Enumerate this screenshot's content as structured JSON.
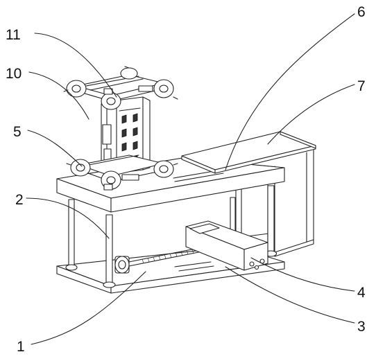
{
  "labels": {
    "l1": "1",
    "l2": "2",
    "l3": "3",
    "l4": "4",
    "l5": "5",
    "l6": "6",
    "l7": "7",
    "l10": "10",
    "l11": "11"
  }
}
